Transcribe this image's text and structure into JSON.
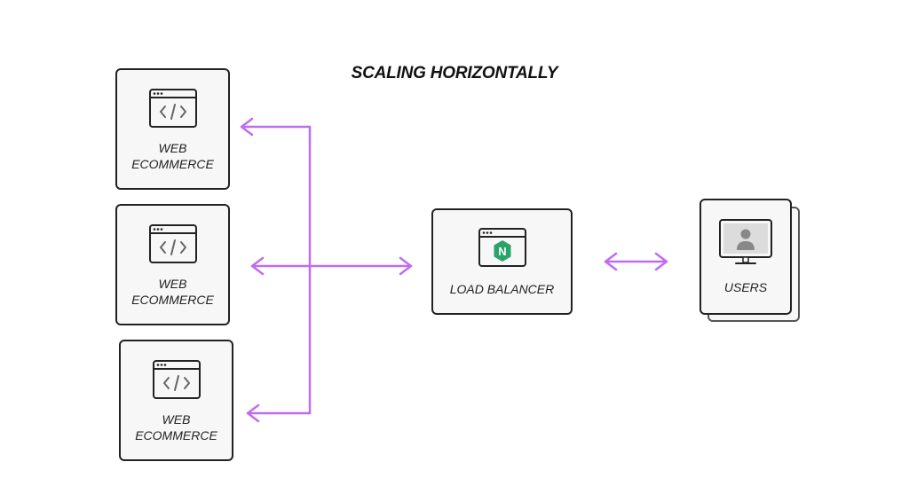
{
  "title": "SCALING HORIZONTALLY",
  "colors": {
    "connector": "#c06cf0",
    "node_border": "#222222",
    "node_fill": "#f6f7f6",
    "nginx_green": "#2aa26a"
  },
  "web_servers": [
    {
      "line1": "WEB",
      "line2": "ECOMMERCE",
      "icon": "code-window-icon"
    },
    {
      "line1": "WEB",
      "line2": "ECOMMERCE",
      "icon": "code-window-icon"
    },
    {
      "line1": "WEB",
      "line2": "ECOMMERCE",
      "icon": "code-window-icon"
    }
  ],
  "load_balancer": {
    "label": "LOAD BALANCER",
    "icon": "nginx-window-icon",
    "icon_letter": "N"
  },
  "users": {
    "label": "USERS",
    "icon": "user-monitor-icon"
  }
}
